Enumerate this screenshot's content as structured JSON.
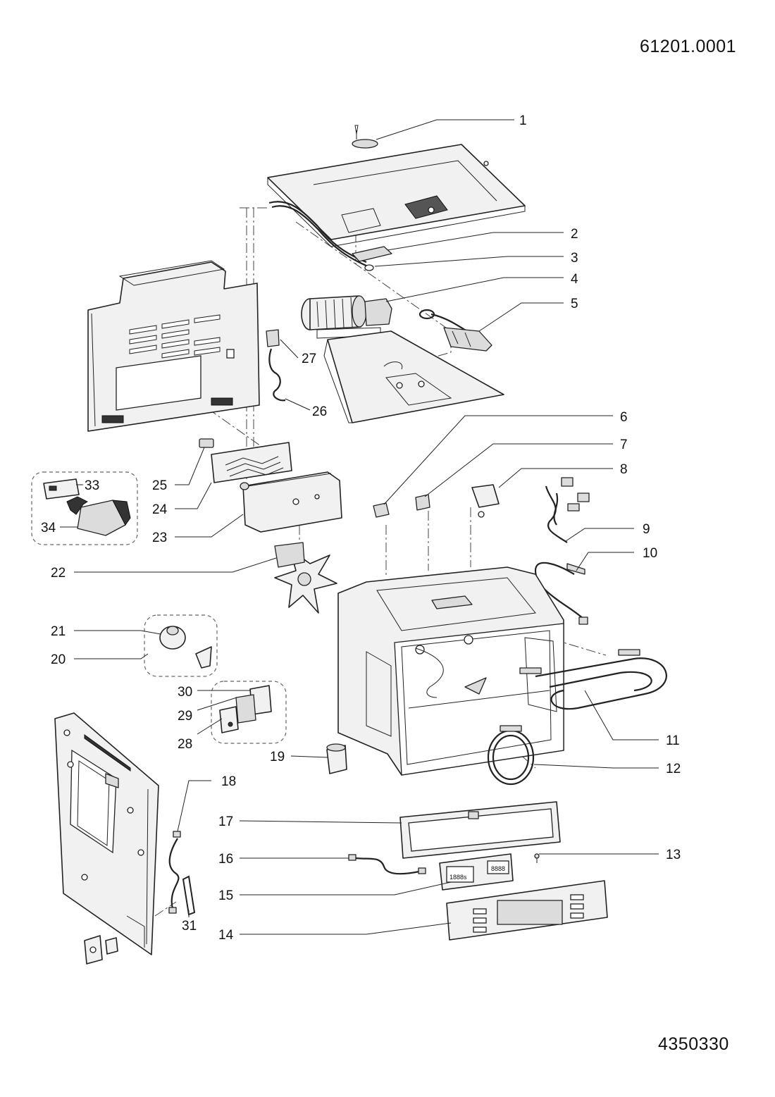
{
  "document": {
    "drawing_number": "61201.0001",
    "part_list_number": "4350330"
  },
  "callouts": [
    "1",
    "2",
    "3",
    "4",
    "5",
    "6",
    "7",
    "8",
    "9",
    "10",
    "11",
    "12",
    "13",
    "14",
    "15",
    "16",
    "17",
    "18",
    "19",
    "20",
    "21",
    "22",
    "23",
    "24",
    "25",
    "26",
    "27",
    "28",
    "29",
    "30",
    "31",
    "33",
    "34"
  ],
  "display": {
    "left_readout": "1888s",
    "right_readout": "8888"
  }
}
